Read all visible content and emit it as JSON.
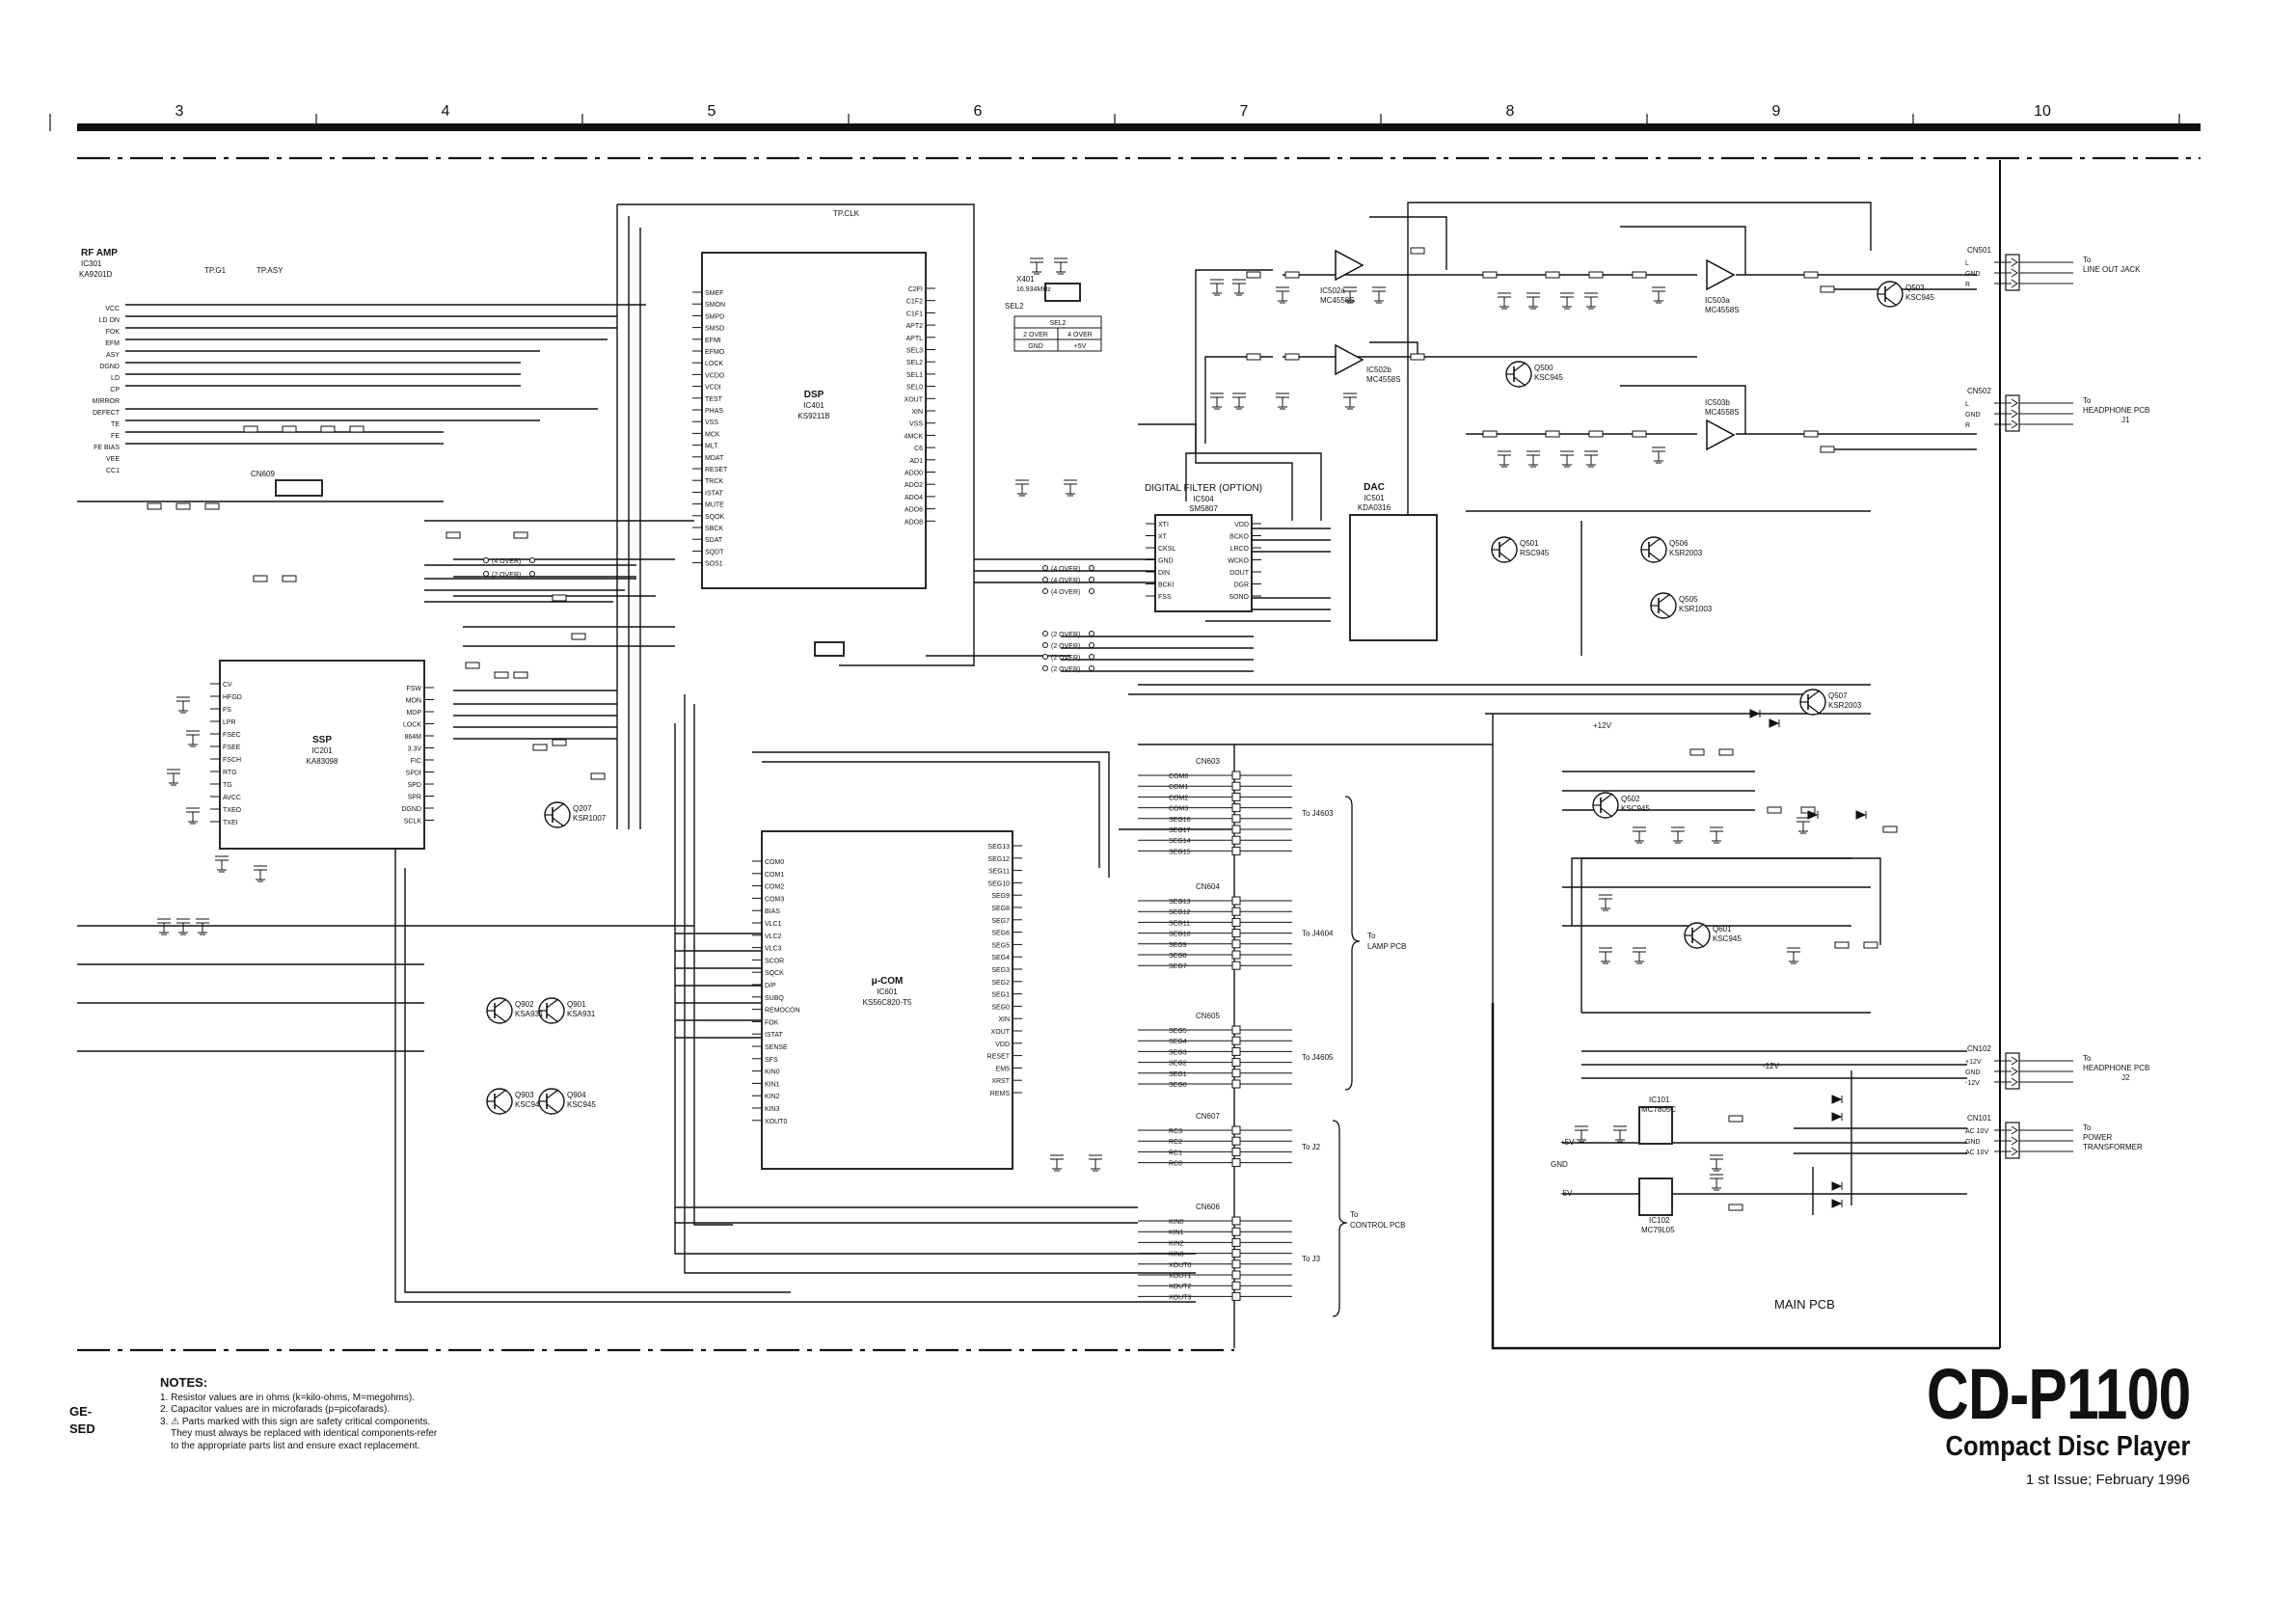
{
  "columns": [
    "3",
    "4",
    "5",
    "6",
    "7",
    "8",
    "9",
    "10"
  ],
  "blocks": {
    "rf_amp": {
      "title": "RF AMP",
      "ref": "IC301",
      "part": "KA9201D",
      "pins": [
        "VCC",
        "LD ON",
        "FOK",
        "EFM",
        "ASY",
        "DGND",
        "LD",
        "CP",
        "MIRROR",
        "DEFECT",
        "TE",
        "FE",
        "FE BIAS",
        "VEE",
        "CC1"
      ]
    },
    "ssp": {
      "title": "SSP",
      "ref": "IC201",
      "part": "KA83098",
      "pins_left": [
        "CV",
        "HFGD",
        "FS",
        "LPR",
        "FSEC",
        "FSEE",
        "FSCH",
        "RTG",
        "TG",
        "AVCC",
        "TXEO",
        "TXEI"
      ],
      "pins_right": [
        "FSW",
        "MON",
        "MDP",
        "LOCK",
        "864M",
        "3.3V",
        "FIC",
        "SPDI",
        "SPD",
        "SPR",
        "DGND",
        "SCLK"
      ]
    },
    "dsp": {
      "title": "DSP",
      "ref": "IC401",
      "part": "KS9211B",
      "pins_left": [
        "SMEF",
        "SMON",
        "SMPD",
        "SMSD",
        "EFMI",
        "EFMO",
        "LOCK",
        "VCDO",
        "VCDI",
        "TEST",
        "PHAS",
        "VSS",
        "MCK",
        "MLT",
        "MDAT",
        "RESET",
        "TRCK",
        "ISTAT",
        "MUTE",
        "SQOK",
        "SBCK",
        "SDAT",
        "SQDT",
        "SOS1"
      ],
      "pins_right": [
        "C2FI",
        "C1F2",
        "C1F1",
        "APT2",
        "APTL",
        "SEL3",
        "SEL2",
        "SEL1",
        "SEL0",
        "XOUT",
        "XIN",
        "VSS",
        "4MCK",
        "C6",
        "AD1",
        "ADO0",
        "ADO2",
        "ADO4",
        "ADO6",
        "ADO8"
      ]
    },
    "ucom": {
      "title": "μ-COM",
      "ref": "IC601",
      "part": "KS56C820-T5",
      "pins_left": [
        "COM0",
        "COM1",
        "COM2",
        "COM3",
        "BIAS",
        "VLC1",
        "VLC2",
        "VLC3",
        "SCOR",
        "SQCK",
        "D/P",
        "SUBQ",
        "REMOCON",
        "FOK",
        "ISTAT",
        "SENSE",
        "SFS",
        "KIN0",
        "KIN1",
        "KIN2",
        "KIN3",
        "XOUT0"
      ],
      "pins_right": [
        "SEG13",
        "SEG12",
        "SEG11",
        "SEG10",
        "SEG9",
        "SEG8",
        "SEG7",
        "SEG6",
        "SEG5",
        "SEG4",
        "SEG3",
        "SEG2",
        "SEG1",
        "SEG0",
        "XIN",
        "XOUT",
        "VDD",
        "RESET",
        "EM5",
        "XRST",
        "REMS"
      ]
    },
    "filter": {
      "title": "DIGITAL FILTER (OPTION)",
      "ref": "IC504",
      "part": "SM5807",
      "pins_left": [
        "XTI",
        "XT",
        "CKSL",
        "GND",
        "DIN",
        "BCKI",
        "FSS"
      ],
      "pins_right": [
        "VDD",
        "BCKO",
        "LRCO",
        "WCKO",
        "DOUT",
        "DGR",
        "SONO"
      ]
    },
    "dac": {
      "title": "DAC",
      "ref": "IC501",
      "part": "KDA0316"
    },
    "opamps": [
      {
        "ref": "IC502a",
        "part": "MC4558S"
      },
      {
        "ref": "IC502b",
        "part": "MC4558S"
      },
      {
        "ref": "IC503a",
        "part": "MC4558S"
      },
      {
        "ref": "IC503b",
        "part": "MC4558S"
      }
    ],
    "regulators": [
      {
        "ref": "IC101",
        "part": "MC7805C"
      },
      {
        "ref": "IC102",
        "part": "MC79L05"
      }
    ],
    "main_pcb_label": "MAIN PCB",
    "cn609": "CN609",
    "tp_labels": [
      "TP.G1",
      "TP.ASY",
      "TP.CLK",
      "SEL2"
    ],
    "sel_table": {
      "title": "SEL2",
      "rows": [
        [
          "2 OVER",
          "4 OVER"
        ],
        [
          "GND",
          "+5V"
        ]
      ]
    },
    "crystal": {
      "ref": "X401",
      "value": "16.934MHz"
    }
  },
  "transistors": [
    {
      "ref": "Q500",
      "part": "KSC945"
    },
    {
      "ref": "Q501",
      "part": "RSC945"
    },
    {
      "ref": "Q502",
      "part": "KSC945"
    },
    {
      "ref": "Q503",
      "part": "KSC945"
    },
    {
      "ref": "Q505",
      "part": "KSR1003"
    },
    {
      "ref": "Q506",
      "part": "KSR2003"
    },
    {
      "ref": "Q507",
      "part": "KSR2003"
    },
    {
      "ref": "Q601",
      "part": "KSC945"
    },
    {
      "ref": "Q207",
      "part": "KSR1007"
    },
    {
      "ref": "Q901",
      "part": "KSA931"
    },
    {
      "ref": "Q902",
      "part": "KSA931"
    },
    {
      "ref": "Q903",
      "part": "KSC945"
    },
    {
      "ref": "Q904",
      "part": "KSC945"
    }
  ],
  "over_labels": [
    "(4 OVER)",
    "(2 OVER)",
    "(4 OVER)",
    "(4 OVER)",
    "(4 OVER)",
    "(2 OVER)",
    "(2 OVER)",
    "(2 OVER)",
    "(2 OVER)"
  ],
  "connectors": [
    {
      "name": "CN603",
      "pins": [
        "COM0",
        "COM1",
        "COM2",
        "COM3",
        "SEG16",
        "SEG17",
        "SEG14",
        "SEG15"
      ],
      "to": "To J4603"
    },
    {
      "name": "CN604",
      "pins": [
        "SEG13",
        "SEG12",
        "SEG11",
        "SEG10",
        "SEG9",
        "SEG8",
        "SEG7"
      ],
      "to": "To J4604"
    },
    {
      "name": "CN605",
      "pins": [
        "SEG5",
        "SEG4",
        "SEG3",
        "SEG2",
        "SEG1",
        "SEG0"
      ],
      "to": "To J4605"
    },
    {
      "name": "CN607",
      "pins": [
        "RC3",
        "RC2",
        "RC1",
        "RC0"
      ],
      "to": "To J2"
    },
    {
      "name": "CN606",
      "pins": [
        "KIN0",
        "KIN1",
        "KIN2",
        "KIN3",
        "XOUT0",
        "XOUT1",
        "XOUT2",
        "XOUT3"
      ],
      "to": "To J3"
    }
  ],
  "group_labels": {
    "lamp": [
      "To",
      "LAMP PCB"
    ],
    "control": [
      "To",
      "CONTROL PCB"
    ]
  },
  "outputs": [
    {
      "name": "CN501",
      "pins": [
        "L",
        "GND",
        "R"
      ],
      "to": [
        "To",
        "LINE OUT JACK"
      ]
    },
    {
      "name": "CN502",
      "pins": [
        "L",
        "GND",
        "R"
      ],
      "to": [
        "To",
        "HEADPHONE PCB"
      ],
      "suffix": "J1"
    },
    {
      "name": "CN102",
      "pins": [
        "+12V",
        "GND",
        "-12V"
      ],
      "to": [
        "To",
        "HEADPHONE PCB"
      ],
      "suffix": "J2"
    },
    {
      "name": "CN101",
      "pins": [
        "AC 10V",
        "GND",
        "AC 10V"
      ],
      "to": [
        "To",
        "POWER",
        "TRANSFORMER"
      ]
    }
  ],
  "rails": [
    "+5V",
    "+12V",
    "-12V",
    "-5V",
    "GND"
  ],
  "cut_labels": [
    "GE-",
    "SED"
  ],
  "notes": {
    "heading": "NOTES:",
    "lines": [
      "1. Resistor values are in ohms (k=kilo-ohms, M=megohms).",
      "2. Capacitor values are in microfarads (p=picofarads).",
      "3. ⚠ Parts marked with this sign are safety critical components.",
      "They must always be replaced with identical components-refer",
      "to the appropriate parts list and ensure exact replacement."
    ]
  },
  "title": {
    "model": "CD-P1100",
    "product": "Compact Disc Player",
    "issue": "1 st Issue; February 1996"
  }
}
